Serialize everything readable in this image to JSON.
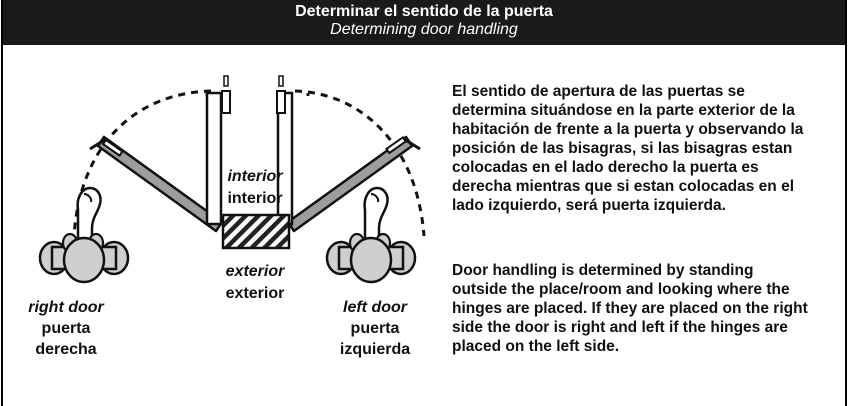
{
  "header": {
    "title_es": "Determinar el sentido de la puerta",
    "title_en": "Determining door handling"
  },
  "diagram": {
    "interior_en": "interior",
    "interior_es": "interior",
    "exterior_en": "exterior",
    "exterior_es": "exterior",
    "right_door_en": "right door",
    "right_door_es_1": "puerta",
    "right_door_es_2": "derecha",
    "left_door_en": "left door",
    "left_door_es_1": "puerta",
    "left_door_es_2": "izquierda"
  },
  "description": {
    "es": "El sentido de apertura de las puertas se determina situándose en la parte exterior de la habitación de frente a la puerta y observando la posición de las bisagras, si las bisagras estan colocadas en el lado derecho la puerta es derecha mientras que si estan colocadas en el lado izquierdo, será puerta izquierda.",
    "en": "Door handling is determined by standing outside the place/room and looking where the hinges are placed. If they are placed on the right side the door is right and left if the hinges are placed on the left side."
  }
}
